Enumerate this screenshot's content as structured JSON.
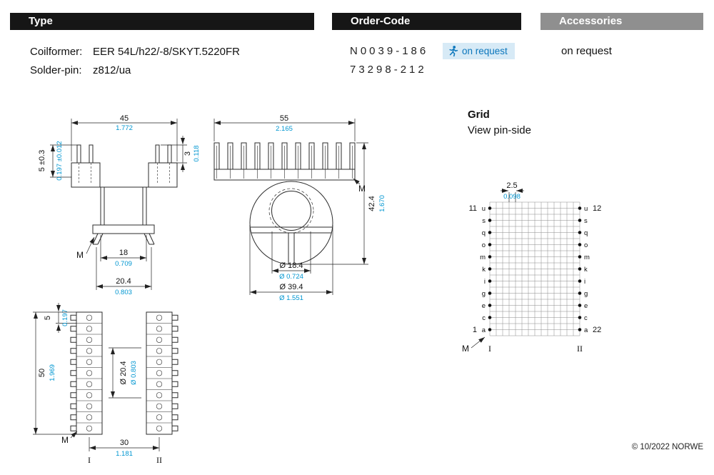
{
  "header": {
    "type": "Type",
    "order_code": "Order-Code",
    "accessories": "Accessories"
  },
  "product": {
    "coilformer_label": "Coilformer:",
    "coilformer_value": "EER 54L/h22/-8/SKYT.5220FR",
    "solder_pin_label": "Solder-pin:",
    "solder_pin_value": "z812/ua"
  },
  "order": {
    "code_1": "N0039-186",
    "code_2": "73298-212",
    "badge": "on request"
  },
  "accessories": {
    "value": "on request"
  },
  "grid": {
    "title": "Grid",
    "subtitle": "View pin-side",
    "pitch_mm": "2.5",
    "pitch_in": "0.098",
    "pin_top_left": "11",
    "pin_top_right": "12",
    "pin_bottom_left": "1",
    "pin_bottom_right": "22",
    "letters": [
      "u",
      "s",
      "q",
      "o",
      "m",
      "k",
      "i",
      "g",
      "e",
      "c",
      "a"
    ],
    "datum": "M",
    "side_1": "I",
    "side_2": "II"
  },
  "front_view": {
    "width_mm": "45",
    "width_in": "1.772",
    "pin_mm": "3",
    "pin_in": "0.118",
    "pin_len_mm": "5 ±0.3",
    "pin_len_in": "0.197 ±0.012",
    "tube_mm": "18",
    "tube_in": "0.709",
    "flange_mm": "20.4",
    "flange_in": "0.803",
    "datum": "M"
  },
  "side_view": {
    "width_mm": "55",
    "width_in": "2.165",
    "height_mm": "42.4",
    "height_in": "1.670",
    "bore_mm": "Ø 18.4",
    "bore_in": "Ø 0.724",
    "dia_mm": "Ø 39.4",
    "dia_in": "Ø 1.551",
    "datum": "M"
  },
  "top_view": {
    "pitch_mm": "5",
    "pitch_in": "0.197",
    "length_mm": "50",
    "length_in": "1.969",
    "dia_mm": "Ø 20.4",
    "dia_in": "Ø 0.803",
    "width_mm": "30",
    "width_in": "1.181",
    "datum": "M",
    "side_1": "I",
    "side_2": "II"
  },
  "footer": {
    "copyright": "© 10/2022 NORWE"
  },
  "colors": {
    "accent_blue": "#0096d1",
    "badge_bg": "#d7eaf6",
    "badge_text": "#0b76bc",
    "bar_black": "#161616",
    "bar_gray": "#8f8f8f"
  }
}
